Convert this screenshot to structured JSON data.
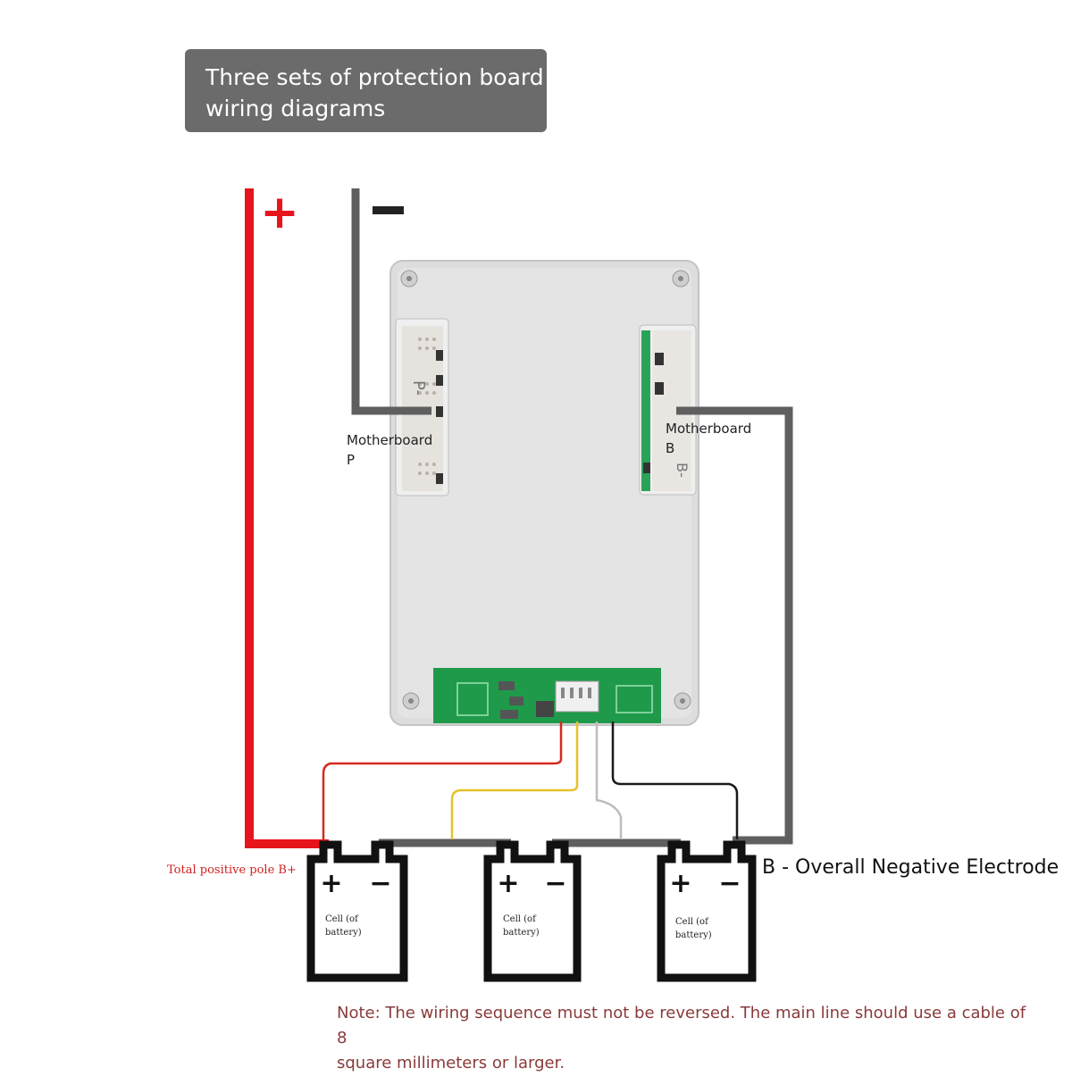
{
  "title": {
    "line1": "Three sets of protection board",
    "line2": "wiring diagrams"
  },
  "terminals": {
    "positive_symbol": "+",
    "negative_symbol": "−"
  },
  "board": {
    "label_p": "P-",
    "label_b": "B-",
    "motherboard_p": {
      "line1": "Motherboard",
      "line2": "P"
    },
    "motherboard_b": {
      "line1": "Motherboard",
      "line2": "B"
    }
  },
  "labels": {
    "total_positive": "Total positive pole B+",
    "overall_negative": "B - Overall Negative Electrode"
  },
  "cells": [
    {
      "plus": "+",
      "minus": "−",
      "line1": "Cell (of",
      "line2": "battery)"
    },
    {
      "plus": "+",
      "minus": "−",
      "line1": "Cell (of",
      "line2": "battery)"
    },
    {
      "plus": "+",
      "minus": "−",
      "line1": "Cell (of",
      "line2": "battery)"
    }
  ],
  "note": {
    "line1": "Note: The wiring sequence must not be reversed. The main line should use a cable of 8",
    "line2": "square millimeters or larger."
  },
  "colors": {
    "positive_wire": "#e8141b",
    "main_wire": "#5f5f5f",
    "balance_red": "#d42a1e",
    "balance_yellow": "#e6c22a",
    "balance_white": "#bdbdbd",
    "balance_black": "#1a1a1a",
    "board_body": "#dcdcdc",
    "pcb_green": "#1f9a4a"
  }
}
